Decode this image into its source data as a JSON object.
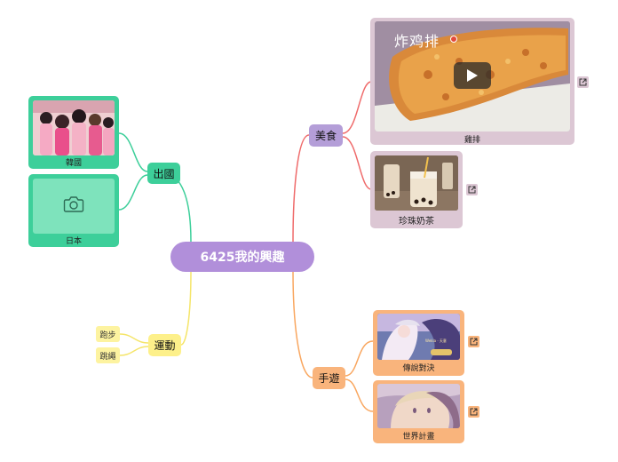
{
  "central": {
    "label": "6425我的興趣"
  },
  "colors": {
    "central": "#b18fda",
    "travel": "#3dcf9a",
    "food": "#b49ed8",
    "food_card": "#dcc7d4",
    "games": "#f9b47c",
    "sports": "#fdf08a"
  },
  "branches": {
    "travel": {
      "label": "出國",
      "children": [
        {
          "caption": "韓國",
          "image": "group-photo"
        },
        {
          "caption": "日本",
          "image": "camera-icon"
        }
      ]
    },
    "food": {
      "label": "美食",
      "children": [
        {
          "caption": "雞排",
          "image": "fried-chicken-video",
          "overlay_title": "炸鸡排"
        },
        {
          "caption": "珍珠奶茶",
          "image": "bubble-tea-photo"
        }
      ]
    },
    "sports": {
      "label": "運動",
      "children": [
        {
          "label": "跑步"
        },
        {
          "label": "跳繩"
        }
      ]
    },
    "games": {
      "label": "手遊",
      "children": [
        {
          "caption": "傳說對決",
          "image": "game-art",
          "art_text": "Wekla · 天意"
        },
        {
          "caption": "世界計畫",
          "image": "anime-art"
        }
      ]
    }
  },
  "icons": {
    "open_link": "external-link-icon",
    "play": "play-button-icon",
    "camera": "camera-icon"
  }
}
